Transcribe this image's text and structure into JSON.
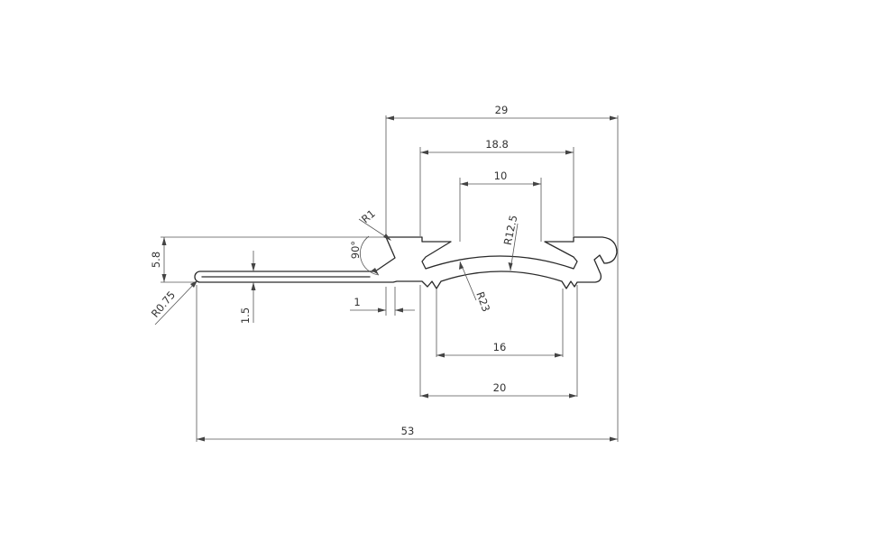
{
  "drawing": {
    "title": "",
    "dimensions": {
      "total_width": "53",
      "upper_width": "29",
      "inner_opening": "18.8",
      "slot_width": "10",
      "lower_span": "20",
      "arc_span": "16",
      "height": "5.8",
      "strip_thickness": "1.5",
      "step_offset": "1"
    },
    "annotations": {
      "radius_tip": "R0.75",
      "radius_corner": "R1",
      "radius_outer_arc": "R23",
      "radius_inner_arc": "R12.5",
      "angle": "90°"
    }
  }
}
